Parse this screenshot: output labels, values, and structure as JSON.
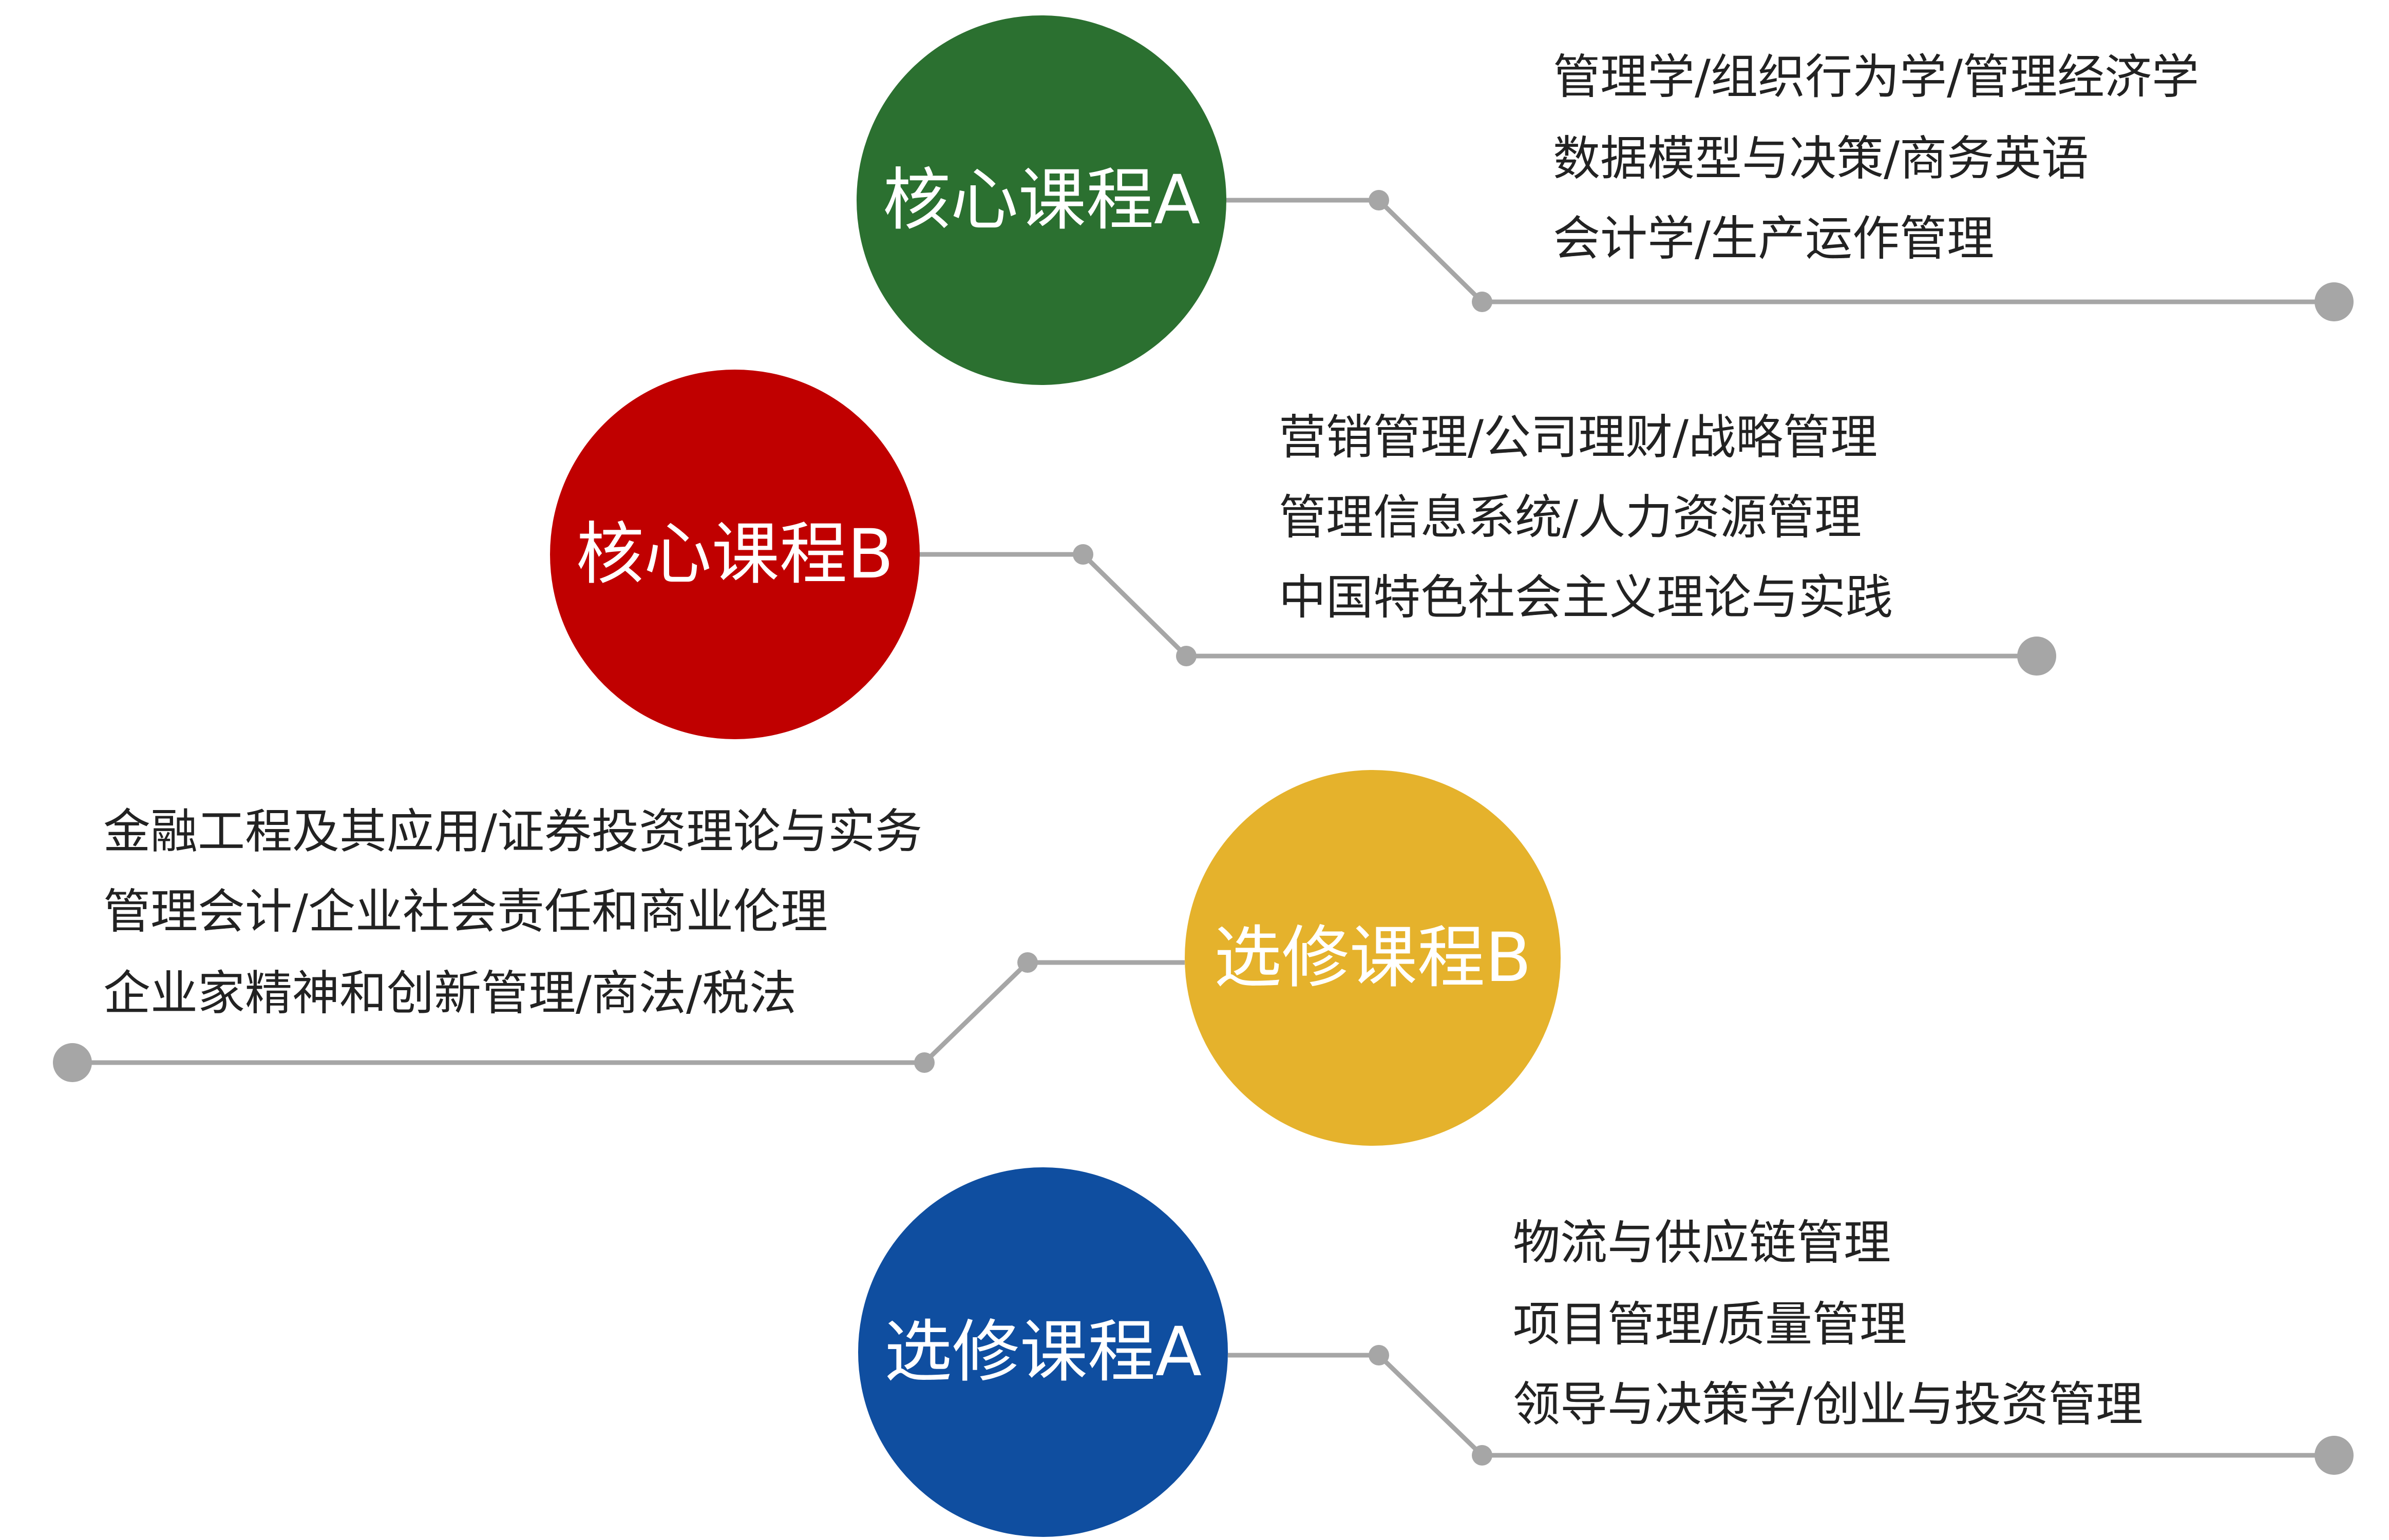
{
  "colors": {
    "core_a": "#2b7030",
    "core_b": "#c00000",
    "elective_b": "#e5b22c",
    "elective_a": "#0f4ea0",
    "connector": "#a6a6a6"
  },
  "groups": [
    {
      "label": "核心课程A",
      "items": [
        "管理学/组织行为学/管理经济学",
        "数据模型与决策/商务英语",
        "会计学/生产运作管理"
      ]
    },
    {
      "label": "核心课程B",
      "items": [
        "营销管理/公司理财/战略管理",
        "管理信息系统/人力资源管理",
        "中国特色社会主义理论与实践"
      ]
    },
    {
      "label": "选修课程B",
      "items": [
        "金融工程及其应用/证券投资理论与实务",
        "管理会计/企业社会责任和商业伦理",
        "企业家精神和创新管理/商法/税法"
      ]
    },
    {
      "label": "选修课程A",
      "items": [
        "物流与供应链管理",
        "项目管理/质量管理",
        "领导与决策学/创业与投资管理"
      ]
    }
  ]
}
